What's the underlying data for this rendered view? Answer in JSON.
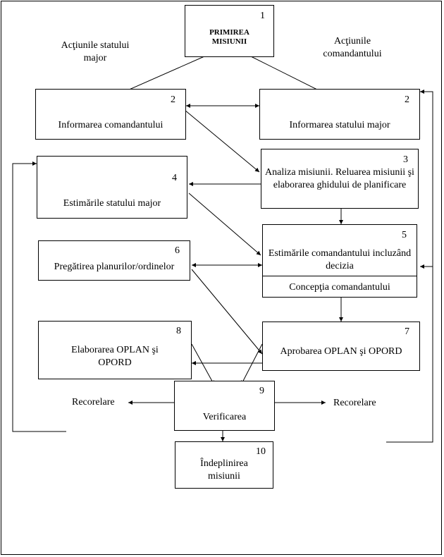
{
  "column_labels": {
    "staff": "Acţiunile statului major",
    "commander": "Acţiunile comandantului"
  },
  "boxes": {
    "b1": {
      "num": "1",
      "text": "PRIMIREA MISIUNII"
    },
    "b2l": {
      "num": "2",
      "text": "Informarea comandantului"
    },
    "b2r": {
      "num": "2",
      "text": "Informarea statului major"
    },
    "b3": {
      "num": "3",
      "text": "Analiza misiunii. Reluarea misiunii şi elaborarea ghidului de planificare"
    },
    "b4": {
      "num": "4",
      "text": "Estimările statului major"
    },
    "b5": {
      "num": "5",
      "text": "Estimările comandantului incluzând decizia",
      "subtext": "Concepţia comandantului"
    },
    "b6": {
      "num": "6",
      "text": "Pregătirea planurilor/ordinelor"
    },
    "b7": {
      "num": "7",
      "text": "Aprobarea OPLAN şi OPORD"
    },
    "b8": {
      "num": "8",
      "text": "Elaborarea OPLAN şi OPORD"
    },
    "b9": {
      "num": "9",
      "text": "Verificarea"
    },
    "b10": {
      "num": "10",
      "text": "Îndeplinirea misiunii"
    }
  },
  "side_labels": {
    "left": "Recorelare",
    "right": "Recorelare"
  }
}
